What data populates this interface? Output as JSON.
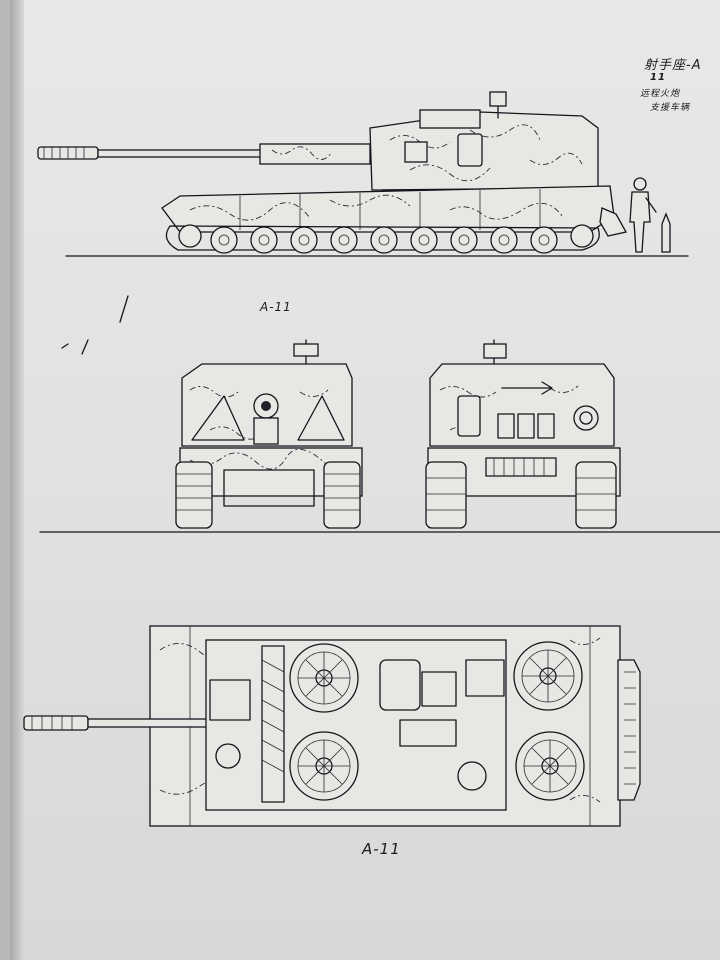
{
  "sheet": {
    "note": {
      "title": "射手座-A",
      "number": "11",
      "line1": "远程火炮",
      "line2": "支援车辆"
    },
    "side_view_label": "A-11",
    "top_view_label": "A-11"
  },
  "colors": {
    "paper": "#e6e5e3",
    "ink": "#15151c",
    "background": "#b9b8b6"
  }
}
